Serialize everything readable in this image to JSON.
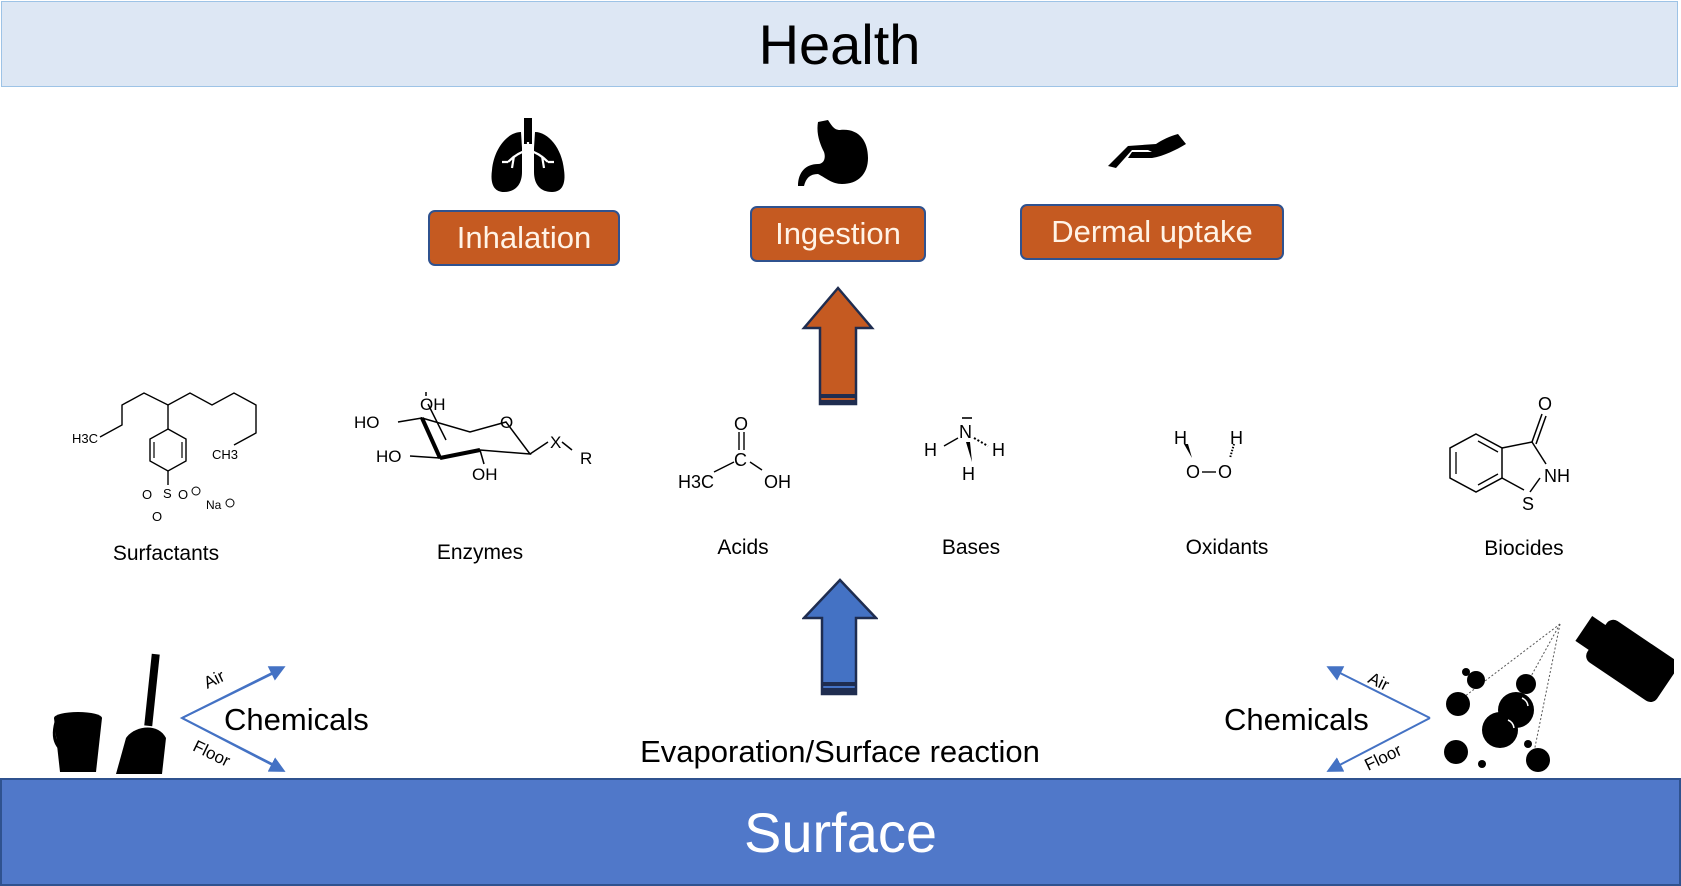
{
  "header": {
    "title": "Health"
  },
  "footer": {
    "title": "Surface"
  },
  "exposure_routes": [
    {
      "label": "Inhalation",
      "icon": "lungs-icon"
    },
    {
      "label": "Ingestion",
      "icon": "stomach-icon"
    },
    {
      "label": "Dermal uptake",
      "icon": "hand-icon"
    }
  ],
  "chemicals": [
    {
      "label": "Surfactants",
      "structure": {
        "h3c": "H3C",
        "ch3": "CH3",
        "s": "S",
        "o": "O",
        "na": "Na"
      }
    },
    {
      "label": "Enzymes",
      "structure": {
        "oh": "OH",
        "ho": "HO",
        "o": "O",
        "x": "X",
        "r": "R"
      }
    },
    {
      "label": "Acids",
      "structure": {
        "h3c": "H3C",
        "c": "C",
        "o": "O",
        "oh": "OH"
      }
    },
    {
      "label": "Bases",
      "structure": {
        "n": "N",
        "h": "H"
      }
    },
    {
      "label": "Oxidants",
      "structure": {
        "o": "O",
        "h": "H"
      }
    },
    {
      "label": "Biocides",
      "structure": {
        "o": "O",
        "nh": "NH",
        "s": "S"
      }
    }
  ],
  "process_label": "Evaporation/Surface reaction",
  "left_source": {
    "label": "Chemicals",
    "air": "Air",
    "floor": "Floor",
    "icon": "mop-bucket-icon"
  },
  "right_source": {
    "label": "Chemicals",
    "air": "Air",
    "floor": "Floor",
    "icon": "spray-bottle-icon"
  },
  "colors": {
    "orange": "#c55a21",
    "blue": "#5078c9",
    "navy": "#2f528f",
    "light_blue": "#dde7f4",
    "arrow_blue": "#4472c4"
  }
}
